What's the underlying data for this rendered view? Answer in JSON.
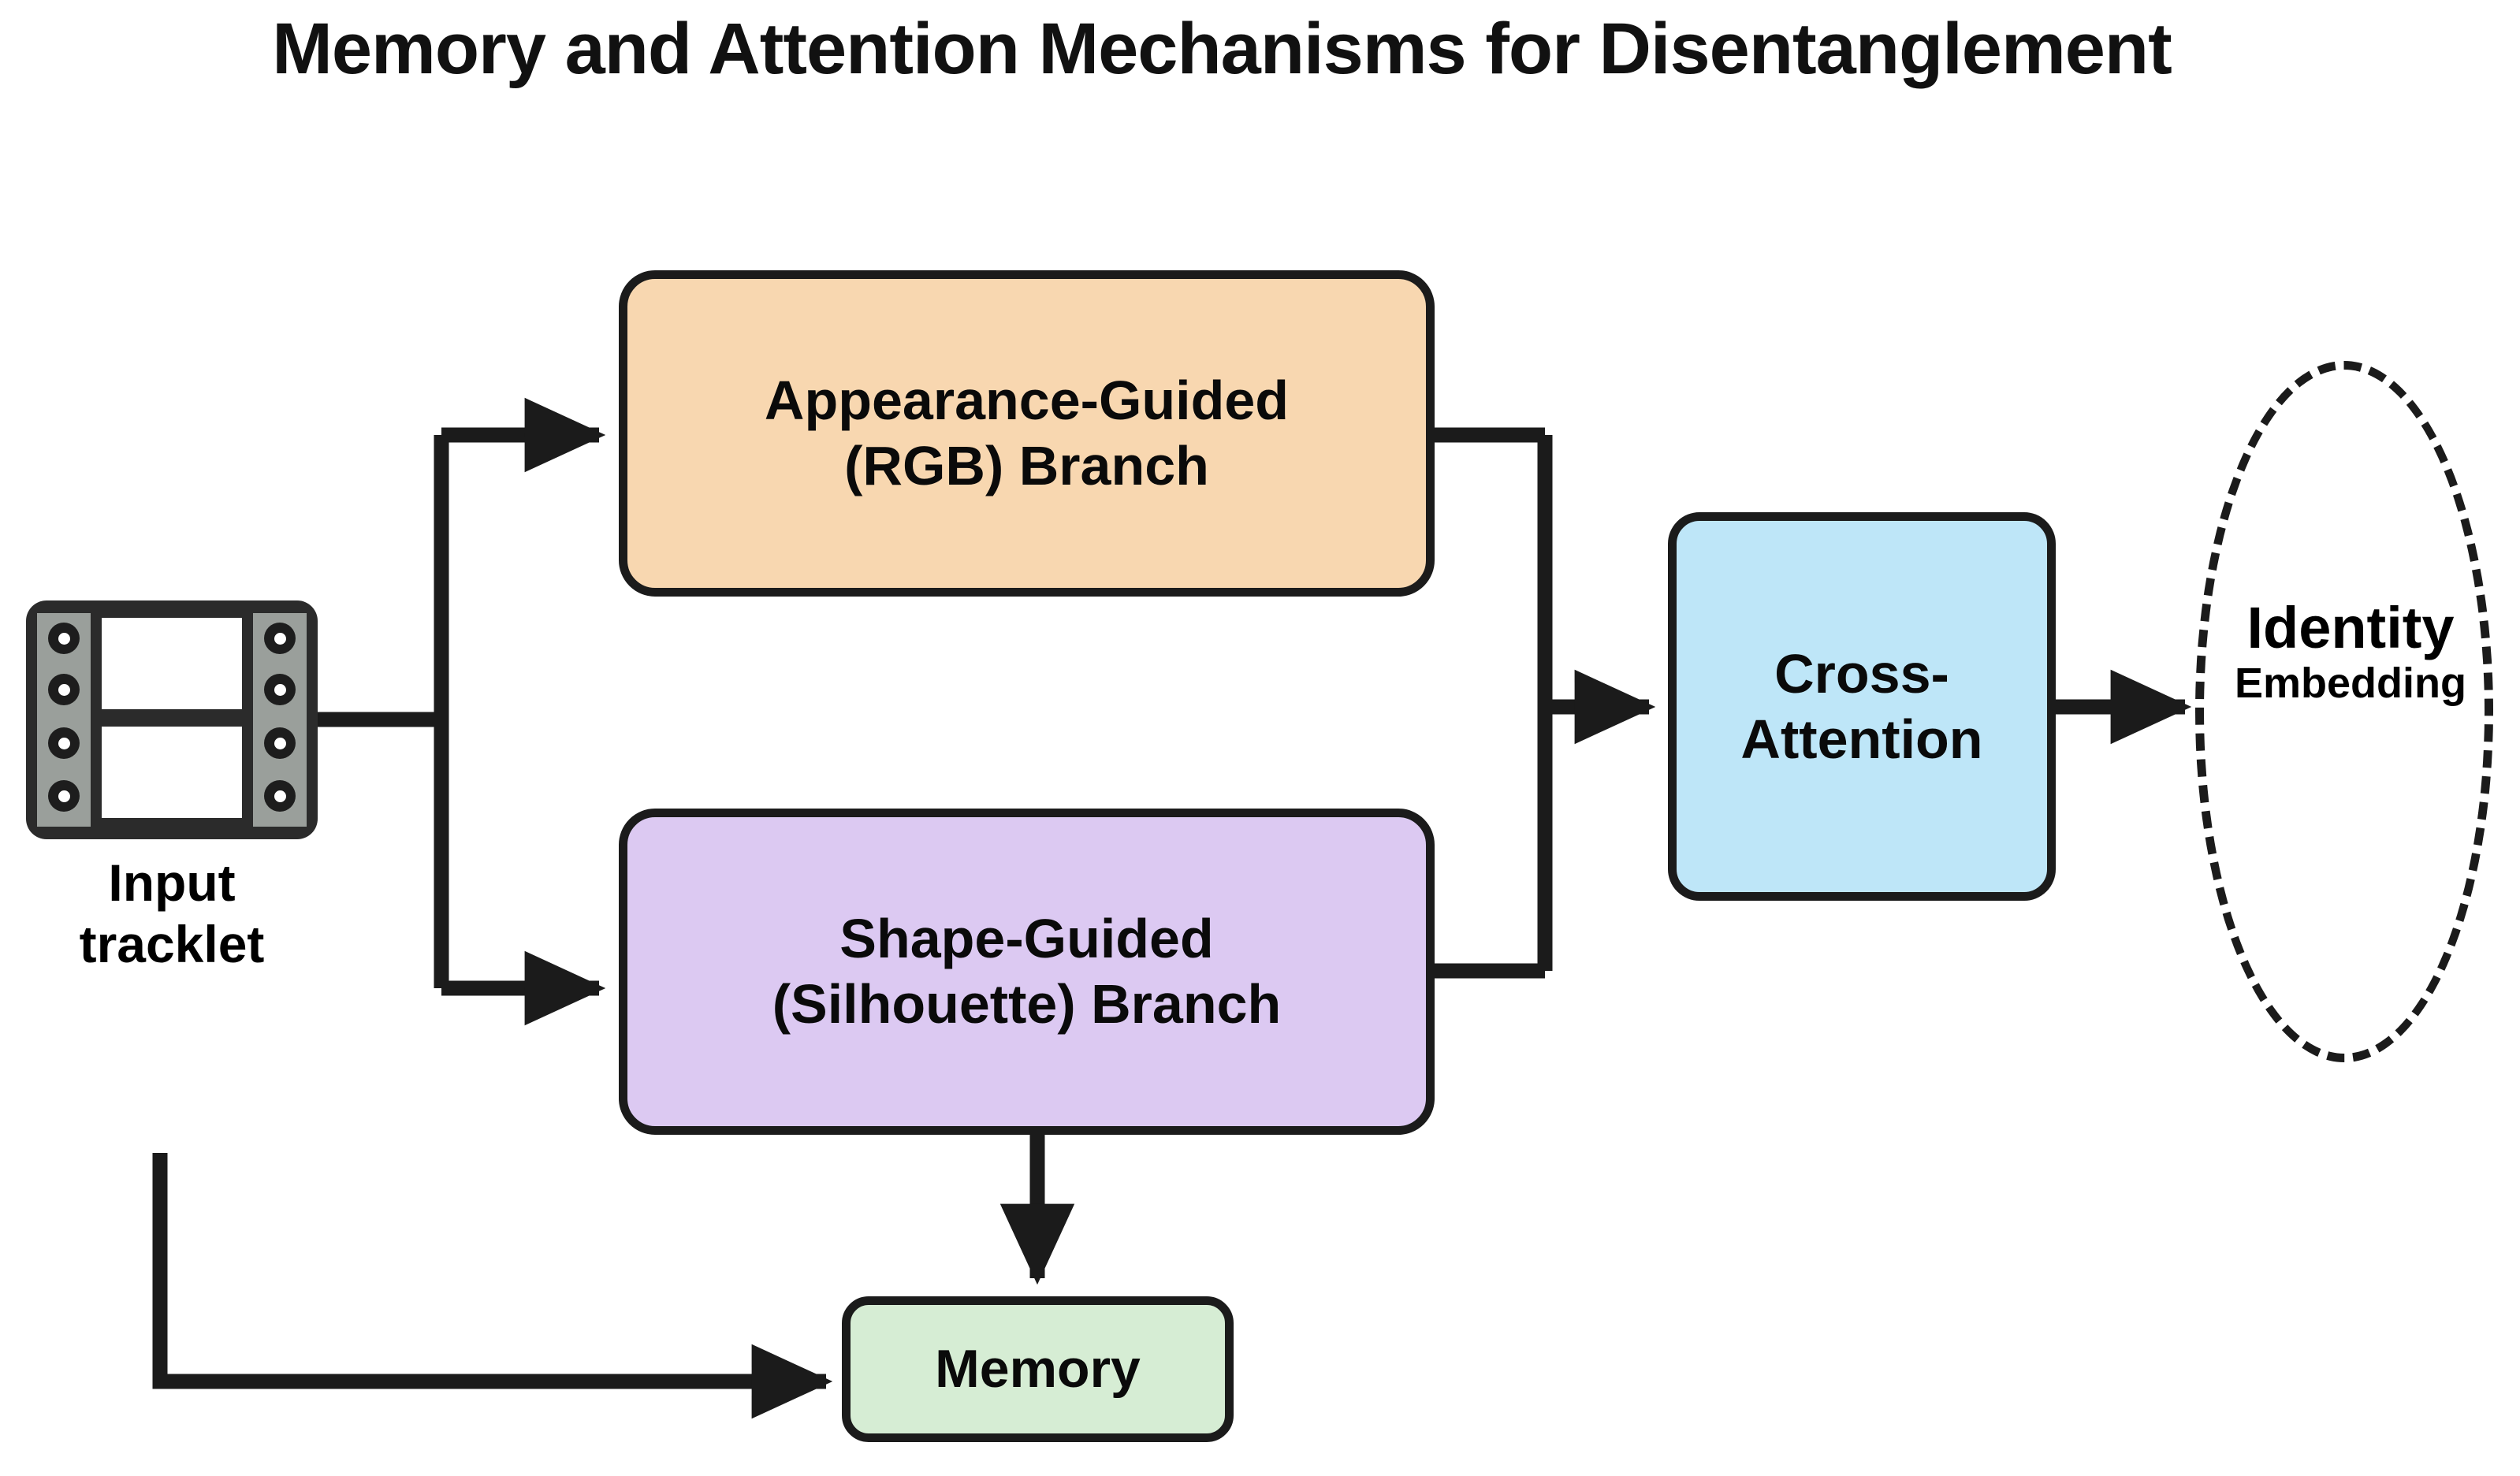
{
  "diagram": {
    "title": "Memory and Attention Mechanisms for Disentanglement",
    "background_color": "#FFFFFF",
    "stroke_color": "#1B1B1B"
  },
  "input": {
    "icon": "film-strip-icon",
    "label_line1": "Input",
    "label_line2": "tracklet"
  },
  "nodes": {
    "rgb_branch": {
      "line1": "Appearance-Guided",
      "line2": "(RGB) Branch",
      "fill": "#F8D7B0"
    },
    "silhouette_branch": {
      "line1": "Shape-Guided",
      "line2": "(Silhouette) Branch",
      "fill": "#DCC9F2"
    },
    "cross_attention": {
      "line1": "Cross-",
      "line2": "Attention",
      "fill": "#BEE6F8"
    },
    "memory": {
      "label": "Memory",
      "fill": "#D6EDD4"
    },
    "identity_embedding": {
      "line1": "Identity",
      "line2": "Embedding",
      "shape": "dashed-ellipse",
      "fill": "#FFFFFF"
    }
  },
  "edges": [
    {
      "name": "tracklet-to-rgb",
      "from": "Input tracklet",
      "to": "Appearance-Guided (RGB) Branch",
      "arrow": true
    },
    {
      "name": "tracklet-to-silhouette",
      "from": "Input tracklet",
      "to": "Shape-Guided (Silhouette) Branch",
      "arrow": true
    },
    {
      "name": "rgb-to-cross-attention",
      "from": "Appearance-Guided (RGB) Branch",
      "to": "Cross-Attention",
      "arrow": true
    },
    {
      "name": "silhouette-to-cross-attention",
      "from": "Shape-Guided (Silhouette) Branch",
      "to": "Cross-Attention",
      "arrow": true
    },
    {
      "name": "cross-attention-to-identity",
      "from": "Cross-Attention",
      "to": "Identity Embedding",
      "arrow": true
    },
    {
      "name": "silhouette-to-memory",
      "from": "Shape-Guided (Silhouette) Branch",
      "to": "Memory",
      "arrow": true
    },
    {
      "name": "tracklet-to-memory",
      "from": "Input tracklet",
      "to": "Memory",
      "arrow": true
    }
  ]
}
